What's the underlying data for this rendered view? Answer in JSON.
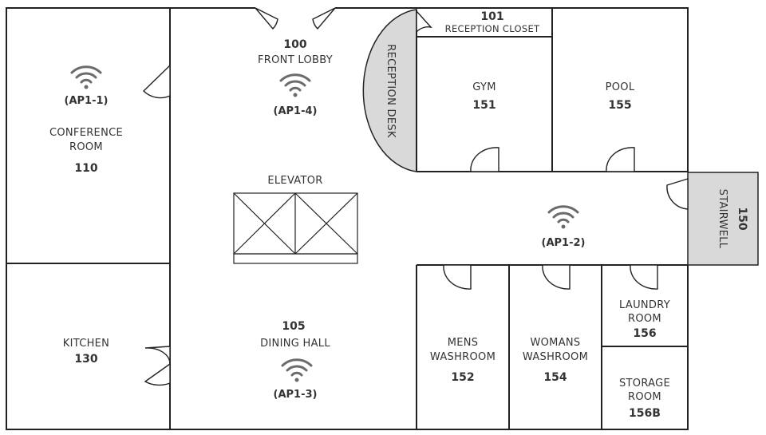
{
  "colors": {
    "wall": "#222222",
    "text": "#333333",
    "wifi": "#6b6b6b",
    "shaded_area": "#d9d9d9"
  },
  "rooms": {
    "front_lobby": {
      "number": "100",
      "name": "FRONT LOBBY"
    },
    "reception_closet": {
      "number": "101",
      "name": "RECEPTION CLOSET"
    },
    "reception_desk": {
      "name": "RECEPTION DESK"
    },
    "gym": {
      "name": "GYM",
      "number": "151"
    },
    "pool": {
      "name": "POOL",
      "number": "155"
    },
    "conference_room": {
      "name_line1": "CONFERENCE",
      "name_line2": "ROOM",
      "number": "110"
    },
    "elevator": {
      "name": "ELEVATOR"
    },
    "stairwell": {
      "number": "150",
      "name": "STAIRWELL"
    },
    "kitchen": {
      "name": "KITCHEN",
      "number": "130"
    },
    "dining_hall": {
      "number": "105",
      "name": "DINING HALL"
    },
    "mens_washroom": {
      "name_line1": "MENS",
      "name_line2": "WASHROOM",
      "number": "152"
    },
    "womans_washroom": {
      "name_line1": "WOMANS",
      "name_line2": "WASHROOM",
      "number": "154"
    },
    "laundry_room": {
      "name_line1": "LAUNDRY",
      "name_line2": "ROOM",
      "number": "156"
    },
    "storage_room": {
      "name_line1": "STORAGE",
      "name_line2": "ROOM",
      "number": "156B"
    }
  },
  "access_points": [
    {
      "label": "(AP1-1)",
      "icon": "wifi-icon"
    },
    {
      "label": "(AP1-4)",
      "icon": "wifi-icon"
    },
    {
      "label": "(AP1-2)",
      "icon": "wifi-icon"
    },
    {
      "label": "(AP1-3)",
      "icon": "wifi-icon"
    }
  ]
}
